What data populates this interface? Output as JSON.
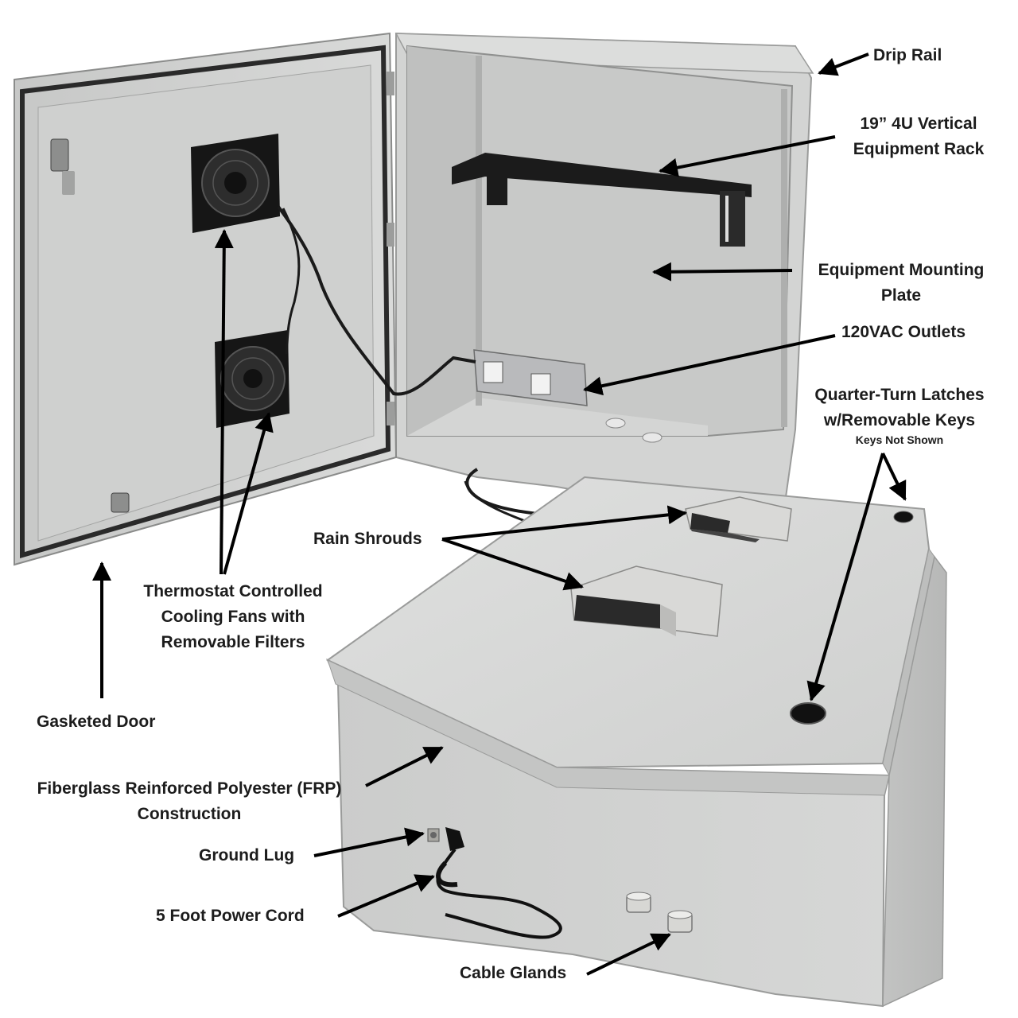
{
  "labels": {
    "drip_rail": "Drip Rail",
    "rack_1": "19” 4U Vertical",
    "rack_2": "Equipment Rack",
    "plate_1": "Equipment Mounting",
    "plate_2": "Plate",
    "outlets": "120VAC Outlets",
    "latches_1": "Quarter-Turn Latches",
    "latches_2": "w/Removable Keys",
    "latches_note": "Keys Not Shown",
    "rain_shrouds": "Rain Shrouds",
    "fans_1": "Thermostat Controlled",
    "fans_2": "Cooling Fans with",
    "fans_3": "Removable Filters",
    "gasketed_door": "Gasketed Door",
    "frp_1": "Fiberglass Reinforced Polyester (FRP)",
    "frp_2": "Construction",
    "ground_lug": "Ground Lug",
    "power_cord": "5 Foot Power Cord",
    "cable_glands": "Cable Glands"
  },
  "colors": {
    "enclosure": "#d2d3d2",
    "enclosure_dark": "#a9aaa9",
    "interior": "#c9cac9",
    "fan": "#1a1a1a",
    "text": "#1c1c1c"
  }
}
